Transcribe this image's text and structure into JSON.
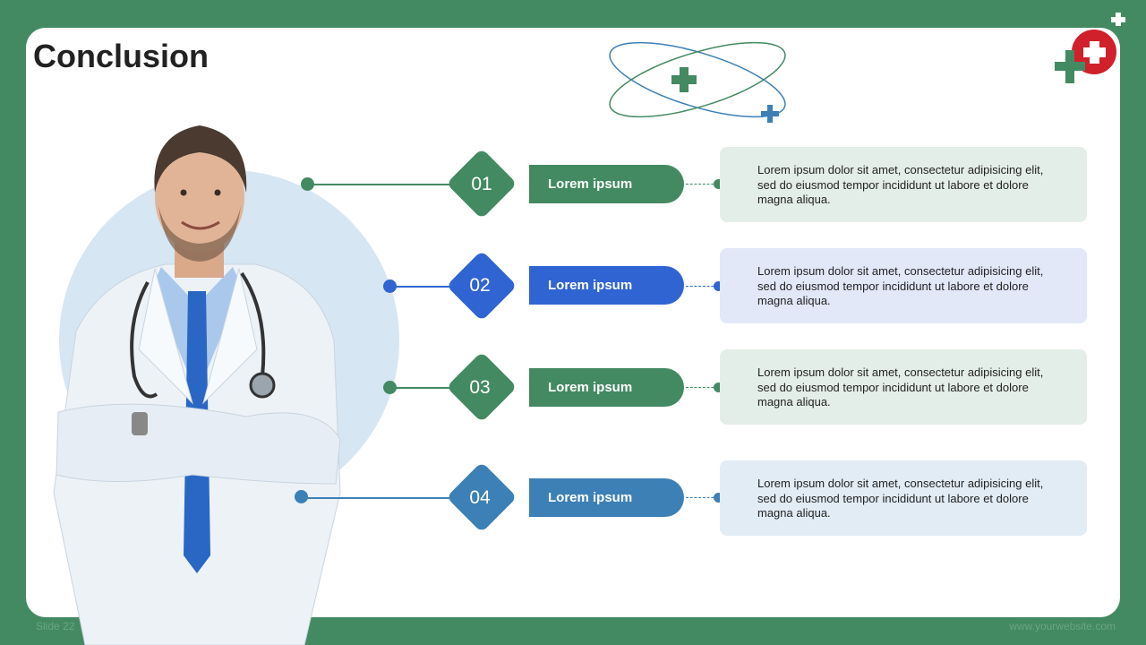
{
  "slide": {
    "title": "Conclusion",
    "slide_number": "Slide 22",
    "website": "www.yourwebsite.com"
  },
  "colors": {
    "green": "#438a62",
    "blue": "#3064d3",
    "steel_blue": "#3c80b6",
    "red": "#d0202b"
  },
  "items": [
    {
      "number": "01",
      "label": "Lorem ipsum",
      "text": "Lorem ipsum dolor sit amet, consectetur adipisicing elit, sed do eiusmod tempor incididunt ut labore et dolore magna aliqua."
    },
    {
      "number": "02",
      "label": "Lorem ipsum",
      "text": "Lorem ipsum dolor sit amet, consectetur adipisicing elit, sed do eiusmod tempor incididunt ut labore et dolore magna aliqua."
    },
    {
      "number": "03",
      "label": "Lorem ipsum",
      "text": "Lorem ipsum dolor sit amet, consectetur adipisicing elit, sed do eiusmod tempor incididunt ut labore et dolore magna aliqua."
    },
    {
      "number": "04",
      "label": "Lorem ipsum",
      "text": "Lorem ipsum dolor sit amet, consectetur adipisicing elit, sed do eiusmod tempor incididunt ut labore et dolore magna aliqua."
    }
  ],
  "icons": [
    "atom-cross-icon",
    "medical-cross-badge-icon",
    "plus-icon",
    "doctor-photo"
  ]
}
